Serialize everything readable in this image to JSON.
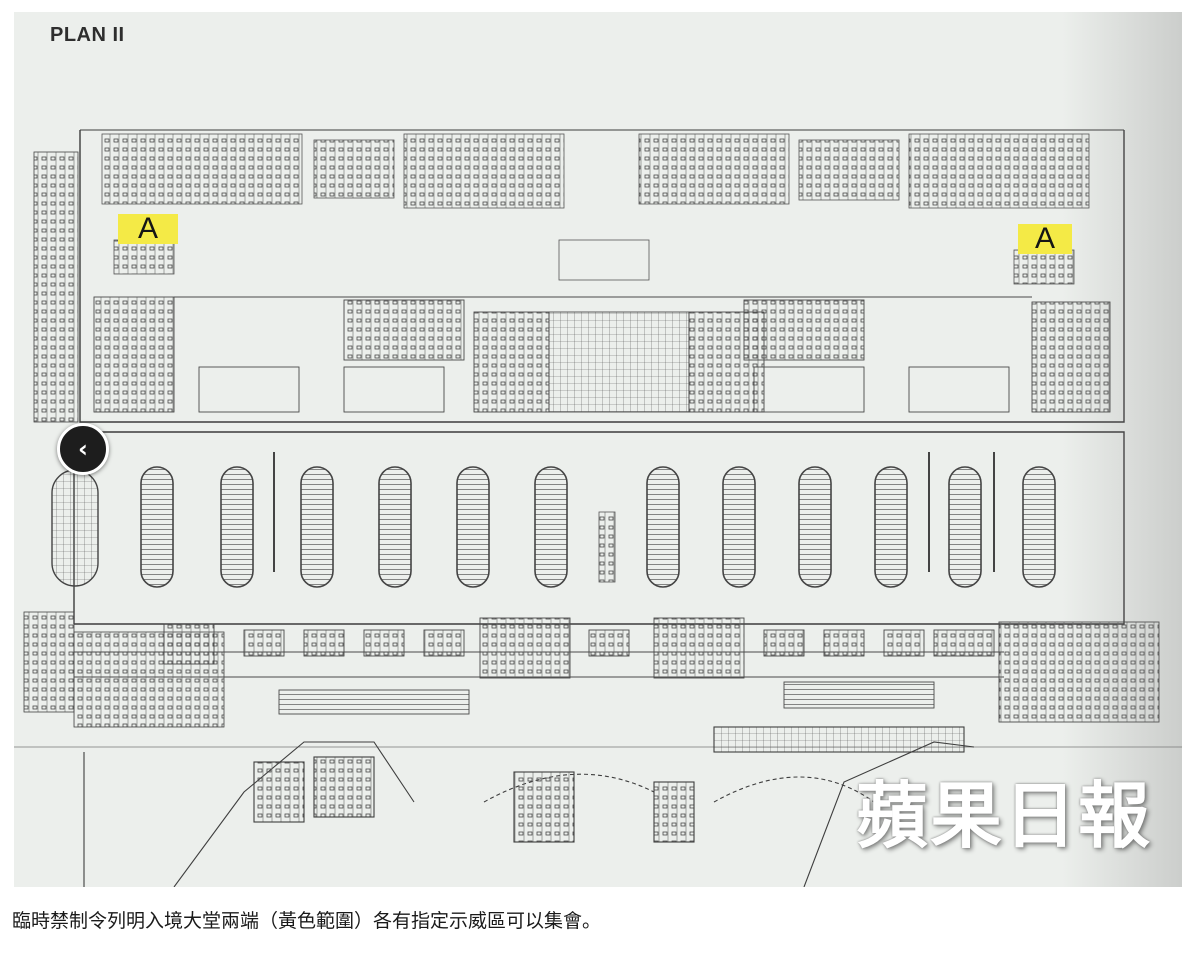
{
  "floor_plan": {
    "title": "PLAN II",
    "zone_label": "A",
    "zone_color": "#f4ea46",
    "watermark": "蘋果日報"
  },
  "gallery": {
    "back_icon": "chevron-left-icon",
    "back_glyph": "‹"
  },
  "caption": "臨時禁制令列明入境大堂兩端（黃色範圍）各有指定示威區可以集會。"
}
